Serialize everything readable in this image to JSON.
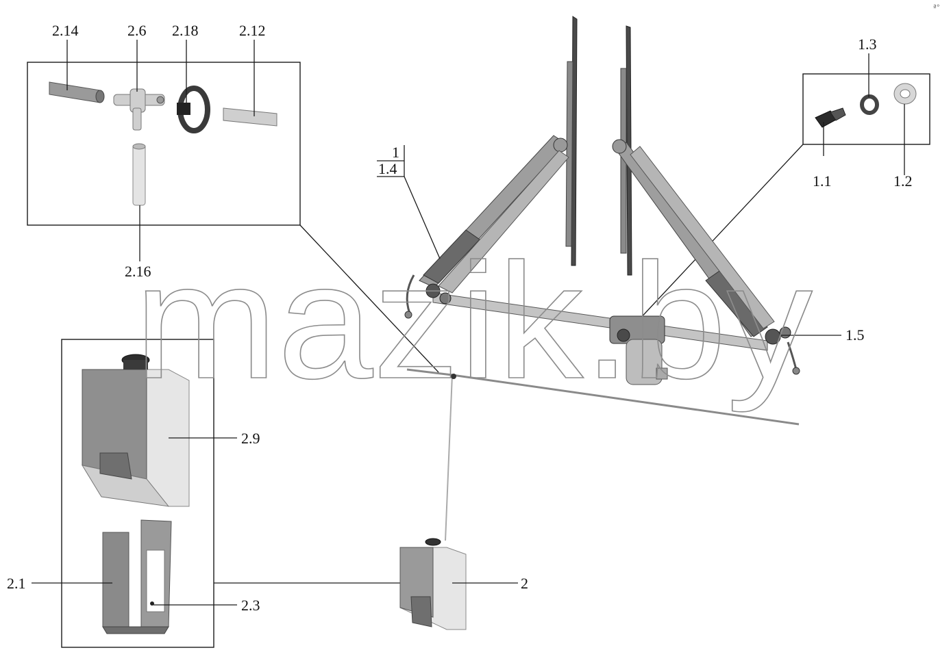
{
  "watermark": "mazik.by",
  "corner_mark": "ª°",
  "colors": {
    "line": "#1a1a1a",
    "part_dark": "#5c5c5c",
    "part_mid": "#9a9a9a",
    "part_light": "#cfcfcf",
    "background": "#ffffff"
  },
  "callouts": {
    "c_2_14": "2.14",
    "c_2_6": "2.6",
    "c_2_18": "2.18",
    "c_2_12": "2.12",
    "c_2_16": "2.16",
    "c_1": "1",
    "c_1_4": "1.4",
    "c_1_3": "1.3",
    "c_1_1": "1.1",
    "c_1_2": "1.2",
    "c_1_5": "1.5",
    "c_2_9": "2.9",
    "c_2_1": "2.1",
    "c_2_3": "2.3",
    "c_2": "2"
  },
  "parts": [
    {
      "id": "2.14",
      "icon": "hose-segment-icon"
    },
    {
      "id": "2.6",
      "icon": "tee-connector-icon"
    },
    {
      "id": "2.18",
      "icon": "hose-clamp-icon"
    },
    {
      "id": "2.12",
      "icon": "hose-segment-icon"
    },
    {
      "id": "2.16",
      "icon": "hose-segment-icon"
    },
    {
      "id": "1",
      "icon": "wiper-assembly-icon"
    },
    {
      "id": "1.4",
      "icon": "wiper-arm-icon"
    },
    {
      "id": "1.1",
      "icon": "bolt-icon"
    },
    {
      "id": "1.2",
      "icon": "flat-washer-icon"
    },
    {
      "id": "1.3",
      "icon": "spring-washer-icon"
    },
    {
      "id": "1.5",
      "icon": "wiper-pivot-icon"
    },
    {
      "id": "2",
      "icon": "washer-reservoir-icon"
    },
    {
      "id": "2.9",
      "icon": "washer-tank-icon"
    },
    {
      "id": "2.1",
      "icon": "tank-bracket-icon"
    },
    {
      "id": "2.3",
      "icon": "screw-icon"
    }
  ]
}
